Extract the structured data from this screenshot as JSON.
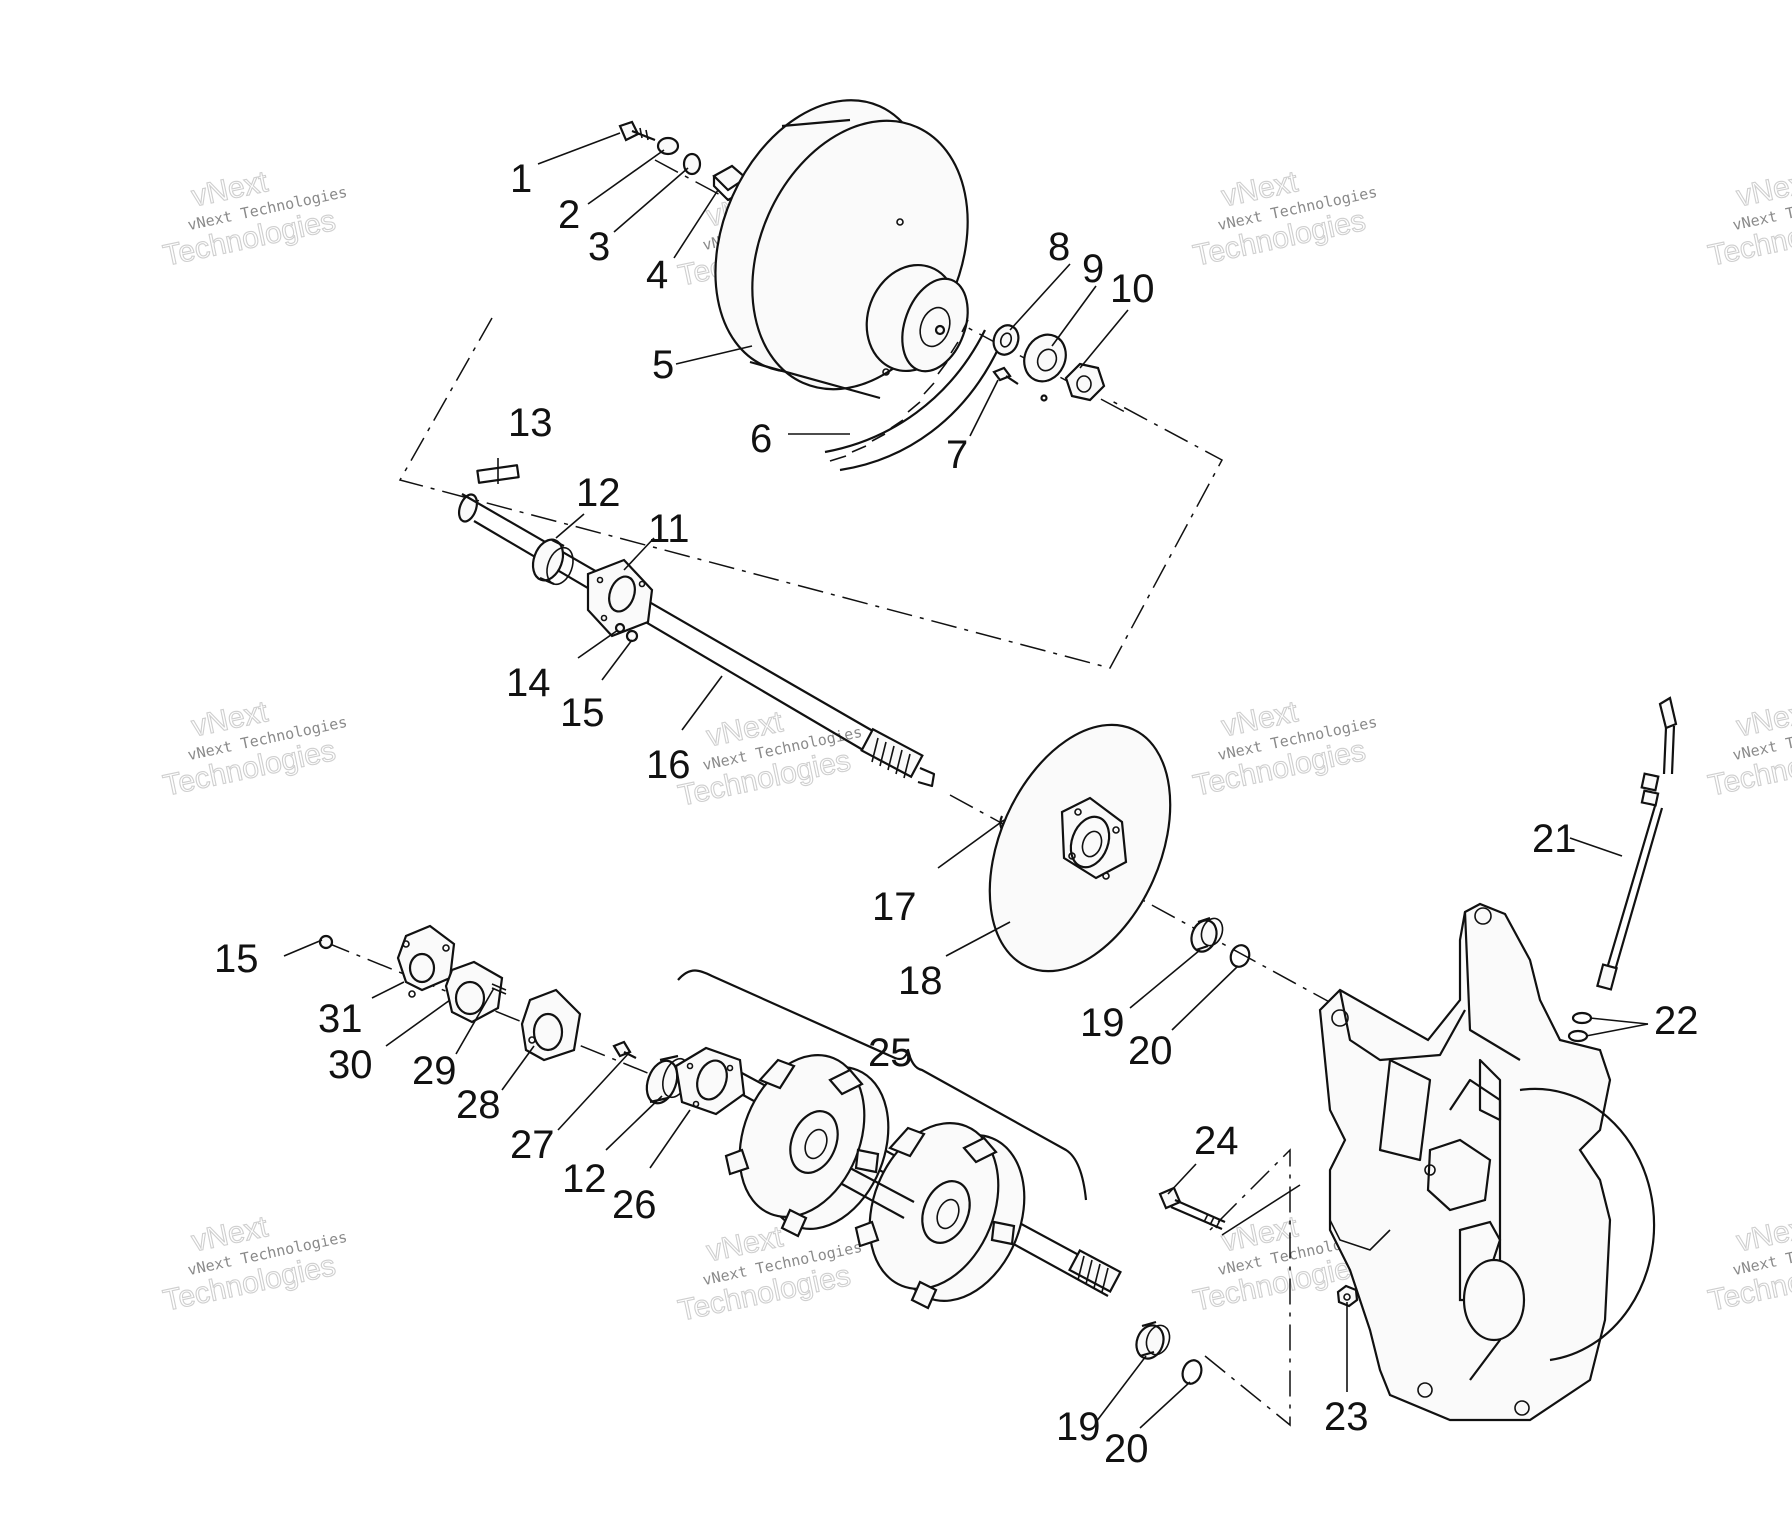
{
  "watermark": {
    "line": "vNext Technologies",
    "big_top": "vNext",
    "big_bottom": "Technologies"
  },
  "callouts": [
    "1",
    "2",
    "3",
    "4",
    "5",
    "6",
    "7",
    "8",
    "9",
    "10",
    "11",
    "12",
    "13",
    "14",
    "15",
    "16",
    "17",
    "18",
    "19",
    "20",
    "21",
    "22",
    "23",
    "24",
    "25",
    "26",
    "27",
    "28",
    "29",
    "30",
    "31",
    "15",
    "12",
    "19",
    "20"
  ]
}
